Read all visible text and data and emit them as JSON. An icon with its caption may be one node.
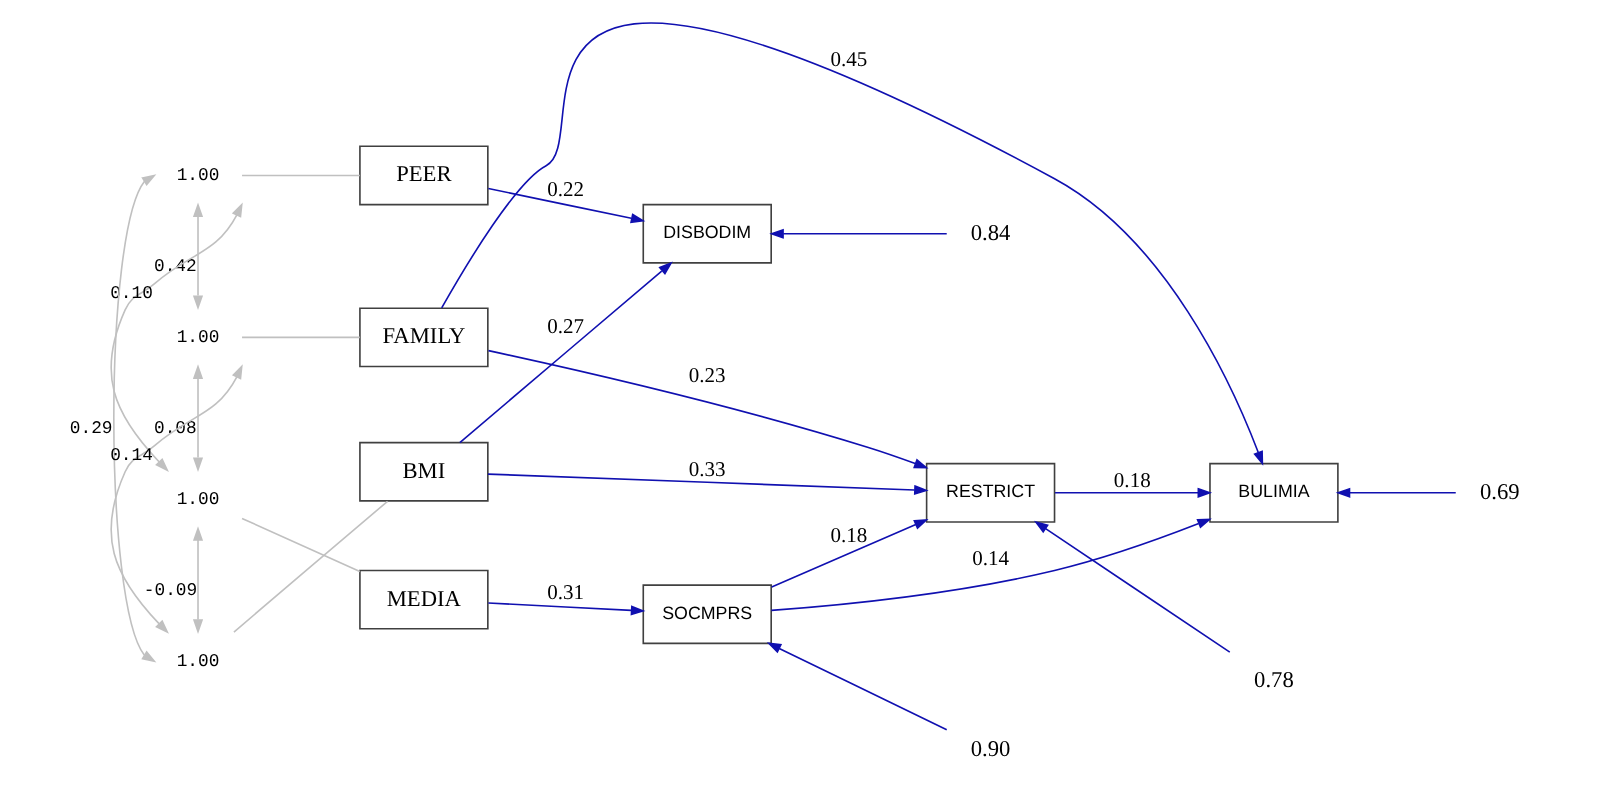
{
  "diagram": {
    "nodes": [
      {
        "text": [
          "PEER"
        ]
      },
      {
        "text": [
          "FAMILY"
        ]
      },
      {
        "text": [
          "MEDIA"
        ]
      },
      {
        "text": [
          "BMI"
        ]
      },
      {
        "text": [
          "SOCMPRS"
        ]
      },
      {
        "text": [
          "DISBODIM"
        ]
      },
      {
        "text": [
          "BULIMIA"
        ]
      },
      {
        "text": [
          "RESTRICT"
        ]
      },
      {
        "text": [
          "1.00"
        ]
      },
      {
        "text": [
          "1.00"
        ]
      },
      {
        "text": [
          "1.00"
        ]
      },
      {
        "text": [
          "1.00"
        ]
      },
      {
        "text": [
          "0.90"
        ]
      },
      {
        "text": [
          "0.84"
        ]
      },
      {
        "text": [
          "0.69"
        ]
      },
      {
        "text": [
          "0.78"
        ]
      }
    ],
    "edges": [
      {
        "from": 8,
        "to": 0,
        "arrow": "none",
        "color": "#c0c0c0"
      },
      {
        "from": 9,
        "to": 1,
        "arrow": "none",
        "color": "#c0c0c0"
      },
      {
        "from": 10,
        "to": 2,
        "arrow": "none",
        "color": "#c0c0c0"
      },
      {
        "from": 11,
        "to": 3,
        "arrow": "none",
        "color": "#c0c0c0"
      },
      {
        "from": 8,
        "to": 9,
        "arrow": "both",
        "label": "0.42",
        "color": "#c0c0c0"
      },
      {
        "from": 8,
        "to": 10,
        "arrow": "both",
        "label": "0.10",
        "color": "#c0c0c0"
      },
      {
        "from": 8,
        "to": 11,
        "arrow": "both",
        "label": "0.29",
        "color": "#c0c0c0"
      },
      {
        "from": 9,
        "to": 10,
        "arrow": "both",
        "label": "0.08",
        "color": "#c0c0c0"
      },
      {
        "from": 9,
        "to": 11,
        "arrow": "both",
        "label": "0.14",
        "color": "#c0c0c0"
      },
      {
        "from": 10,
        "to": 11,
        "arrow": "both",
        "label": "-0.09",
        "color": "#c0c0c0"
      },
      {
        "from": 0,
        "to": 5,
        "arrow": "to",
        "label": "0.22"
      },
      {
        "from": 2,
        "to": 4,
        "arrow": "to",
        "label": "0.31"
      },
      {
        "from": 3,
        "to": 5,
        "arrow": "to",
        "label": "0.27"
      },
      {
        "from": 1,
        "to": 6,
        "arrow": "to",
        "label": "0.45"
      },
      {
        "from": 1,
        "to": 7,
        "arrow": "to",
        "label": "0.23"
      },
      {
        "from": 3,
        "to": 7,
        "arrow": "to",
        "label": "0.33"
      },
      {
        "from": 4,
        "to": 7,
        "arrow": "to",
        "label": "0.18"
      },
      {
        "from": 4,
        "to": 6,
        "arrow": "to",
        "label": "0.14"
      },
      {
        "from": 7,
        "to": 6,
        "arrow": "to",
        "label": "0.18"
      },
      {
        "from": 12,
        "to": 4,
        "arrow": "to"
      },
      {
        "from": 13,
        "to": 5,
        "arrow": "to"
      },
      {
        "from": 14,
        "to": 6,
        "arrow": "to"
      },
      {
        "from": 15,
        "to": 7,
        "arrow": "to"
      }
    ]
  }
}
